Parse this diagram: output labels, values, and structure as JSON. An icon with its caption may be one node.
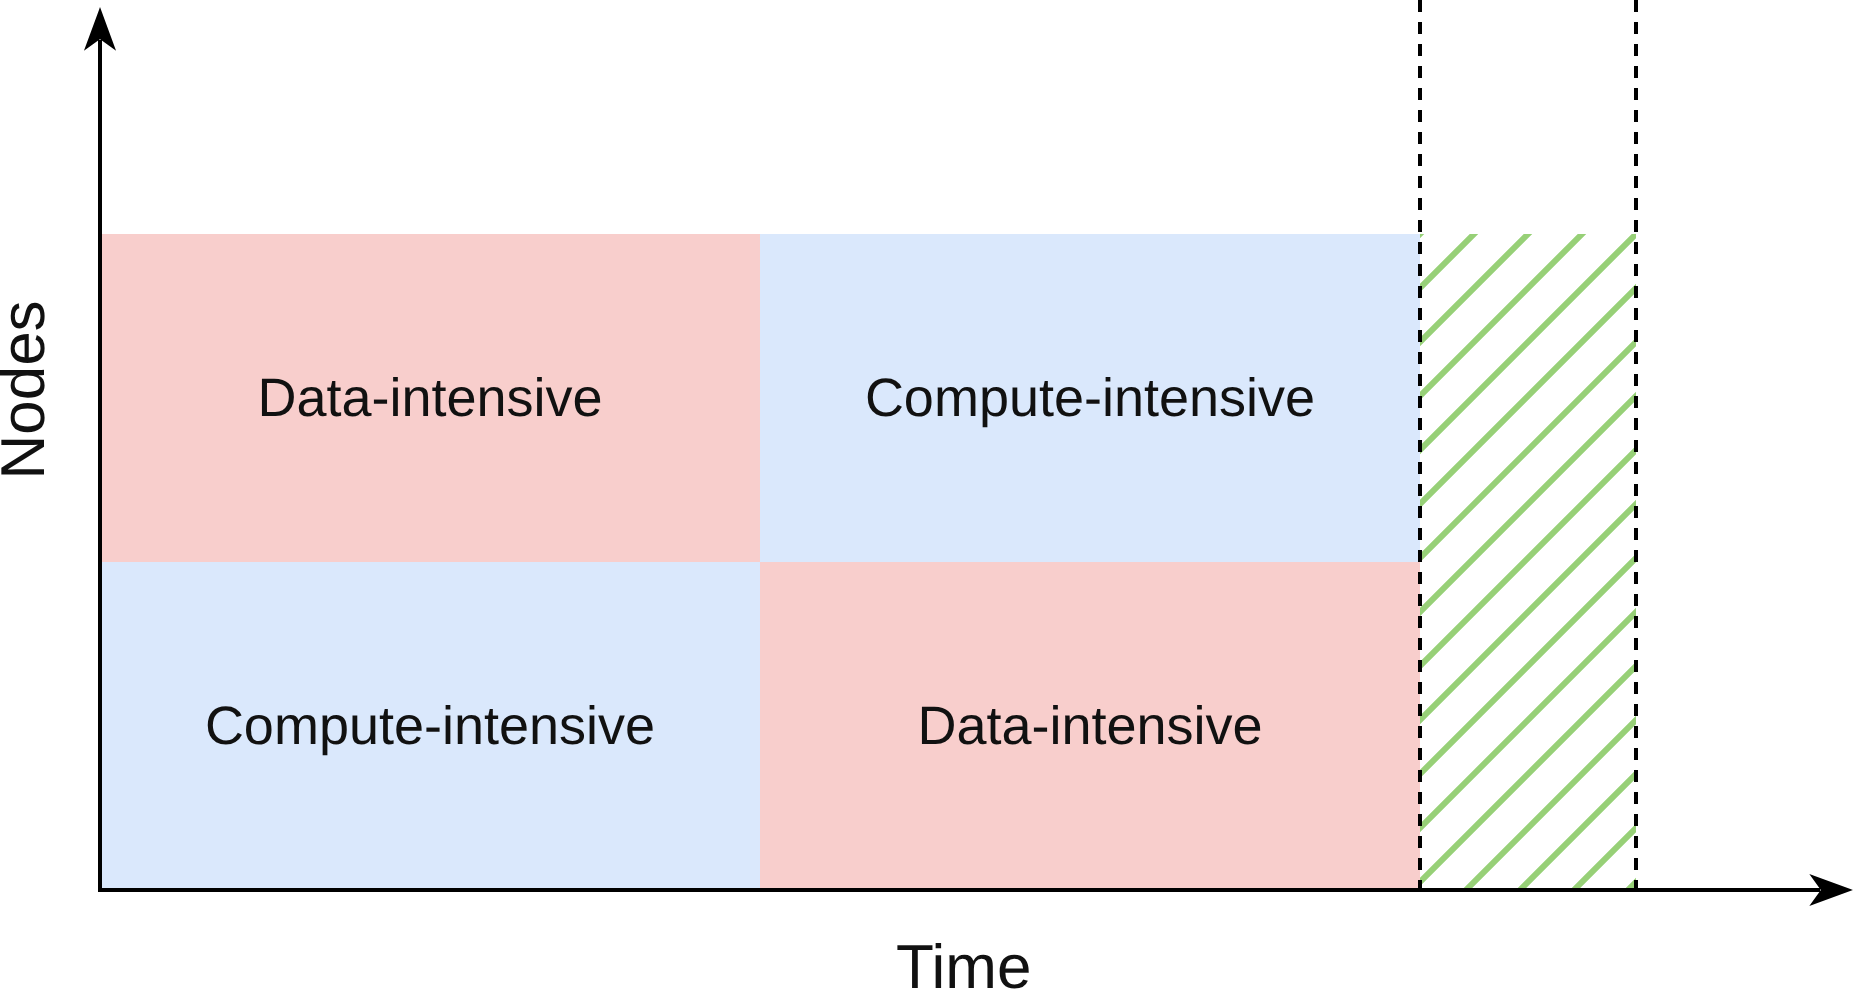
{
  "diagram": {
    "nodes": [
      {
        "text": [
          "Data-intensive"
        ]
      },
      {
        "text": [
          "Compute-intensive"
        ]
      },
      {
        "text": [
          "Compute-intensive"
        ]
      },
      {
        "text": [
          "Data-intensive"
        ]
      },
      {
        "text": [],
        "shape": "box"
      }
    ],
    "labels": [
      "Nodes",
      "Time"
    ]
  }
}
